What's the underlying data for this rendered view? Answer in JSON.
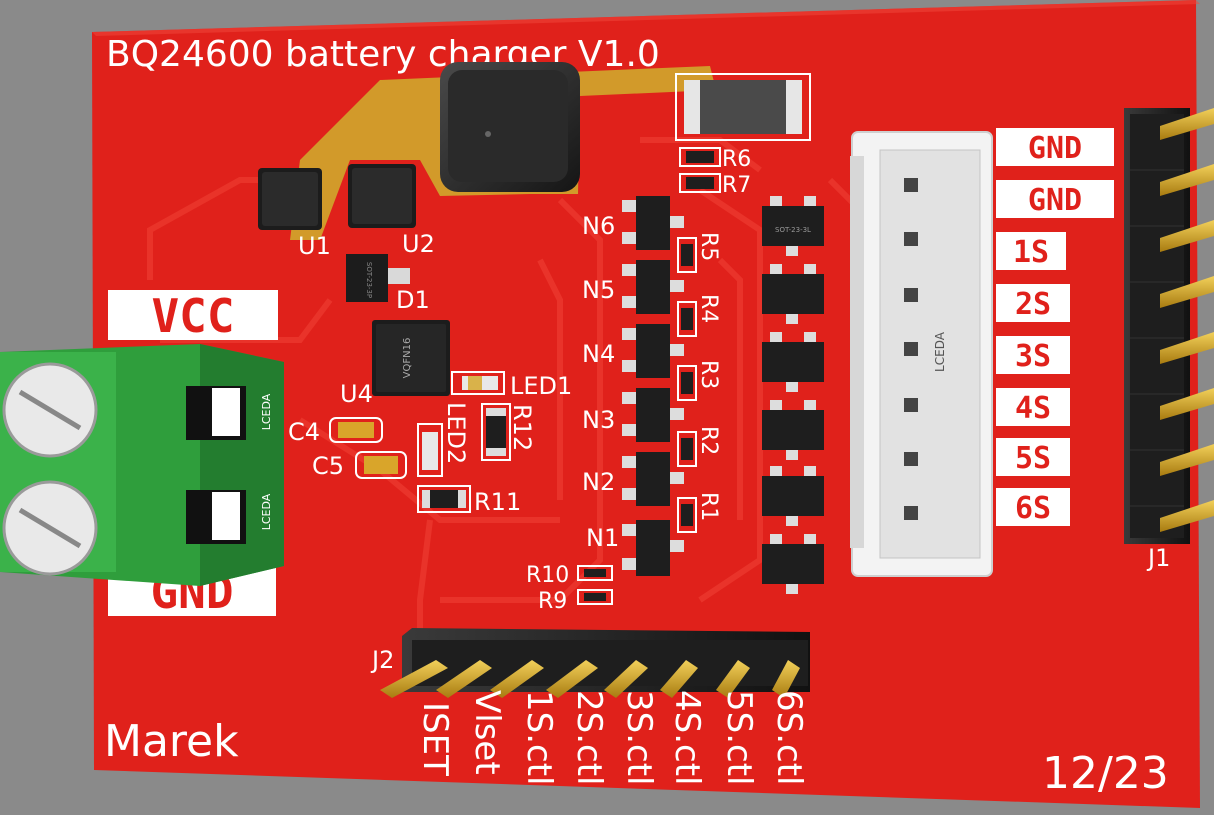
{
  "board": {
    "title": "BQ24600 battery charger V1.0",
    "author": "Marek",
    "date": "12/23",
    "colors": {
      "pcb": "#e0211b",
      "silkscreen": "#ffffff",
      "copper": "#d29a2a",
      "terminal": "#2f9e3c",
      "header": "#222222",
      "pin_gold": "#d6a81e"
    }
  },
  "labels": {
    "u1": "U1",
    "u2": "U2",
    "d1": "D1",
    "u4": "U4",
    "c4": "C4",
    "c5": "C5",
    "led1": "LED1",
    "led2": "LED2",
    "r1": "R1",
    "r2": "R2",
    "r3": "R3",
    "r4": "R4",
    "r5": "R5",
    "r6": "R6",
    "r7": "R7",
    "r9": "R9",
    "r10": "R10",
    "r11": "R11",
    "r12": "R12",
    "n1": "N1",
    "n2": "N2",
    "n3": "N3",
    "n4": "N4",
    "n5": "N5",
    "n6": "N6",
    "j1": "J1",
    "j2": "J2"
  },
  "chip_marks": {
    "u4": "VQFN16",
    "connector": "LCEDA",
    "terminal_top": "LCEDA",
    "terminal_bottom": "LCEDA",
    "sot": "SOT-23-3L",
    "d1": "SOT-23-3P"
  },
  "power_terminal": {
    "vcc": "VCC",
    "gnd": "GND"
  },
  "j1_pins": [
    "GND",
    "GND",
    "1S",
    "2S",
    "3S",
    "4S",
    "5S",
    "6S"
  ],
  "j2_pins": [
    "ISET",
    "Vlset",
    "1S.ctl",
    "2S.ctl",
    "3S.ctl",
    "4S.ctl",
    "5S.ctl",
    "6S.ctl"
  ]
}
